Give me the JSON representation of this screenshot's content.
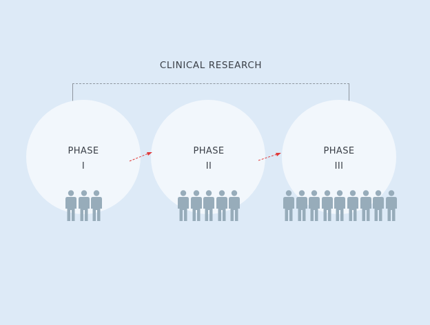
{
  "diagram": {
    "title": "CLINICAL RESEARCH",
    "phases": [
      {
        "word": "PHASE",
        "numeral": "I",
        "participants": 3
      },
      {
        "word": "PHASE",
        "numeral": "II",
        "participants": 5
      },
      {
        "word": "PHASE",
        "numeral": "III",
        "participants": 9
      }
    ],
    "colors": {
      "background": "#ddeaf7",
      "circle": "#f2f7fc",
      "person": "#97acba",
      "arrow": "#e03a3a",
      "bracket": "#8d959e",
      "text": "#3a3f47"
    }
  }
}
